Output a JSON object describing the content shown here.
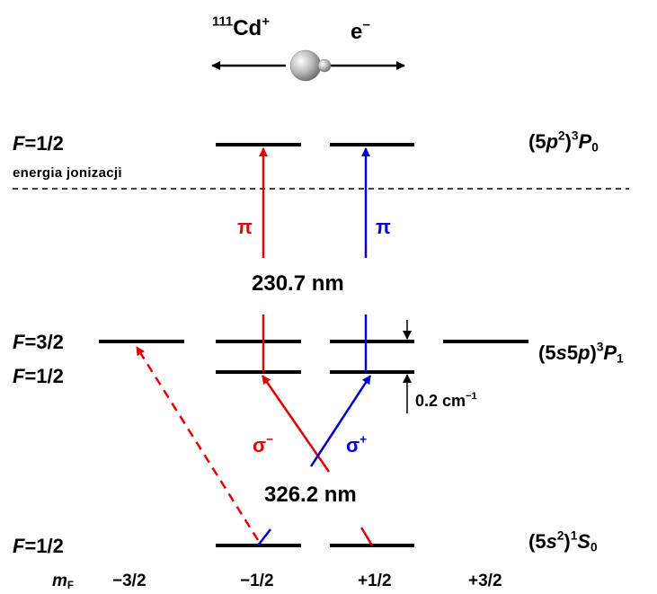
{
  "top": {
    "ion_mass": "111",
    "ion_symbol": "Cd",
    "ion_charge": "+",
    "electron_symbol": "e",
    "electron_charge": "−"
  },
  "levels": {
    "p0": {
      "f_italic": "F",
      "f_value": "=1/2",
      "term_open": "(5",
      "term_p": "p",
      "term_sq": "2",
      "term_close": ")",
      "term_mult": "3",
      "term_L": "P",
      "term_J": "0"
    },
    "p1_upper": {
      "f_italic": "F",
      "f_value": "=3/2"
    },
    "p1_lower": {
      "f_italic": "F",
      "f_value": "=1/2"
    },
    "p1_term": {
      "open": "(5",
      "s": "s",
      "mid": "5",
      "p": "p",
      "close": ")",
      "mult": "3",
      "L": "P",
      "J": "1"
    },
    "s0": {
      "f_italic": "F",
      "f_value": "=1/2",
      "term_open": "(5",
      "term_s": "s",
      "term_sq": "2",
      "term_close": ")",
      "term_mult": "1",
      "term_L": "S",
      "term_J": "0"
    }
  },
  "ionization_label": "energia jonizacji",
  "transitions": {
    "pi_label": "π",
    "wavelength_upper": "230.7 nm",
    "sigma_minus": "σ",
    "sigma_minus_sign": "−",
    "sigma_plus": "σ",
    "sigma_plus_sign": "+",
    "wavelength_lower": "326.2 nm",
    "splitting": "0.2 cm",
    "splitting_exp": "−1"
  },
  "mf_axis": {
    "label_main": "m",
    "label_sub": "F",
    "values": [
      "−3/2",
      "−1/2",
      "+1/2",
      "+3/2"
    ]
  },
  "colors": {
    "red": "#e00000",
    "blue": "#0000cc",
    "black": "#000000"
  }
}
